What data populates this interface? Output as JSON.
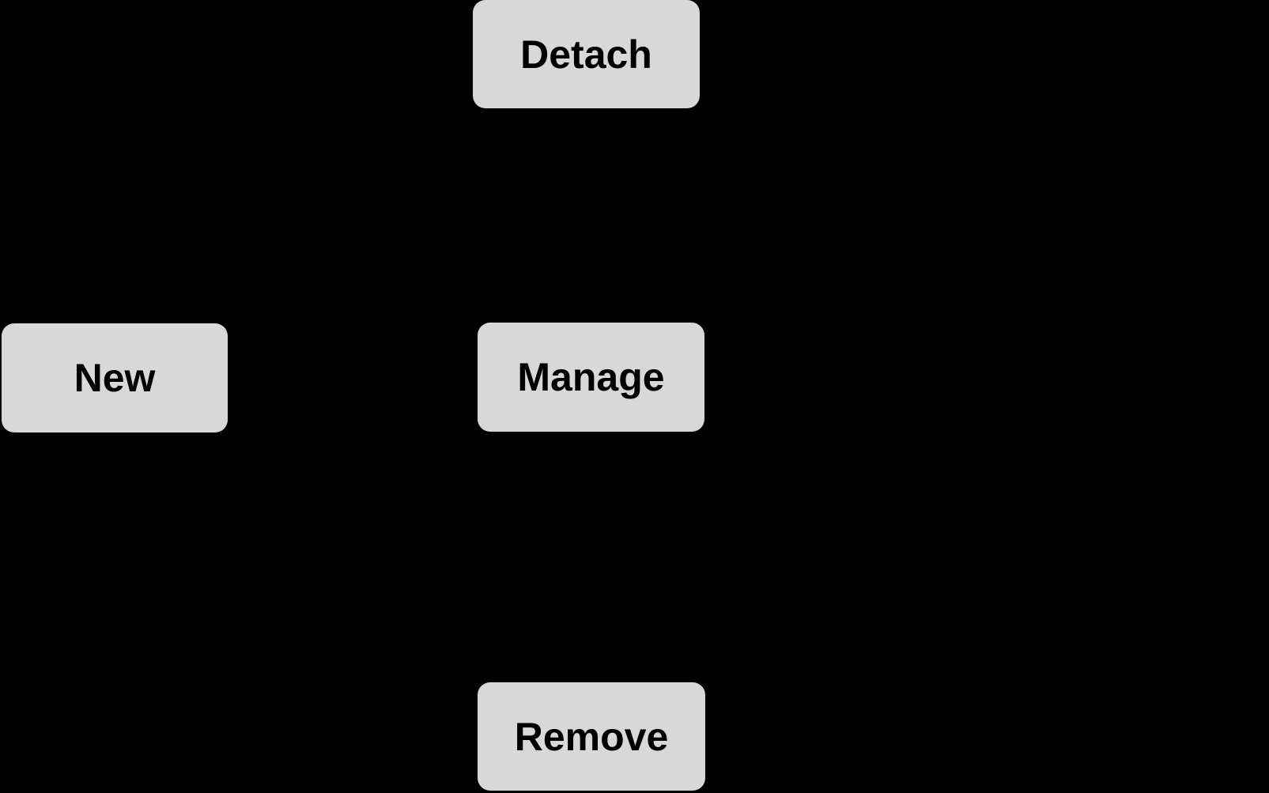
{
  "diagram": {
    "background_color": "#000000",
    "node_fill_color": "#d8d8d8",
    "node_text_color": "#000000",
    "nodes": [
      {
        "id": "detach",
        "label": "Detach"
      },
      {
        "id": "new",
        "label": "New"
      },
      {
        "id": "manage",
        "label": "Manage"
      },
      {
        "id": "remove",
        "label": "Remove"
      }
    ]
  }
}
